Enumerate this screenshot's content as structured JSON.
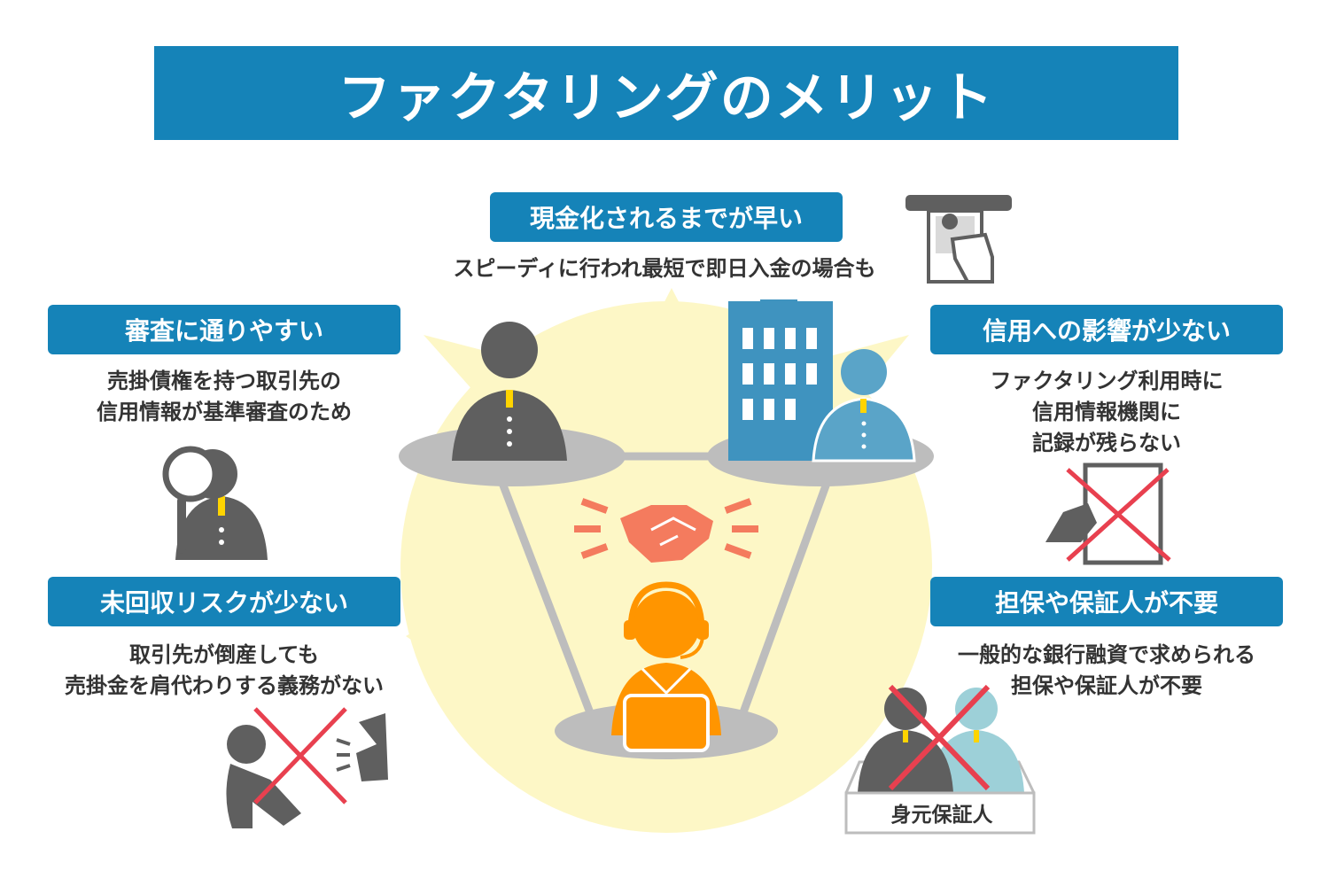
{
  "title": "ファクタリングのメリット",
  "colors": {
    "primary": "#1583b8",
    "glow": "#fdf7c6",
    "dark_person": "#5f5f5f",
    "blue_person": "#5aa4c8",
    "orange_person": "#ff9500",
    "handshake": "#f47b5e",
    "cross": "#e8404f"
  },
  "merits": [
    {
      "heading": "現金化されるまでが早い",
      "lines": [
        "スピーディに行われ最短で即日入金の場合も"
      ],
      "icon": "atm-cash-icon"
    },
    {
      "heading": "審査に通りやすい",
      "lines": [
        "売掛債権を持つ取引先の",
        "信用情報が基準審査のため"
      ],
      "icon": "magnifier-person-icon"
    },
    {
      "heading": "信用への影響が少ない",
      "lines": [
        "ファクタリング利用時に",
        "信用情報機関に",
        "記録が残らない"
      ],
      "icon": "crossed-document-icon"
    },
    {
      "heading": "未回収リスクが少ない",
      "lines": [
        "取引先が倒産しても",
        "売掛金を肩代わりする義務がない"
      ],
      "icon": "bankrupt-person-icon"
    },
    {
      "heading": "担保や保証人が不要",
      "lines": [
        "一般的な銀行融資で求められる",
        "担保や保証人が不要"
      ],
      "icon": "crossed-guarantor-icon"
    }
  ],
  "guarantor_label": "身元保証人"
}
